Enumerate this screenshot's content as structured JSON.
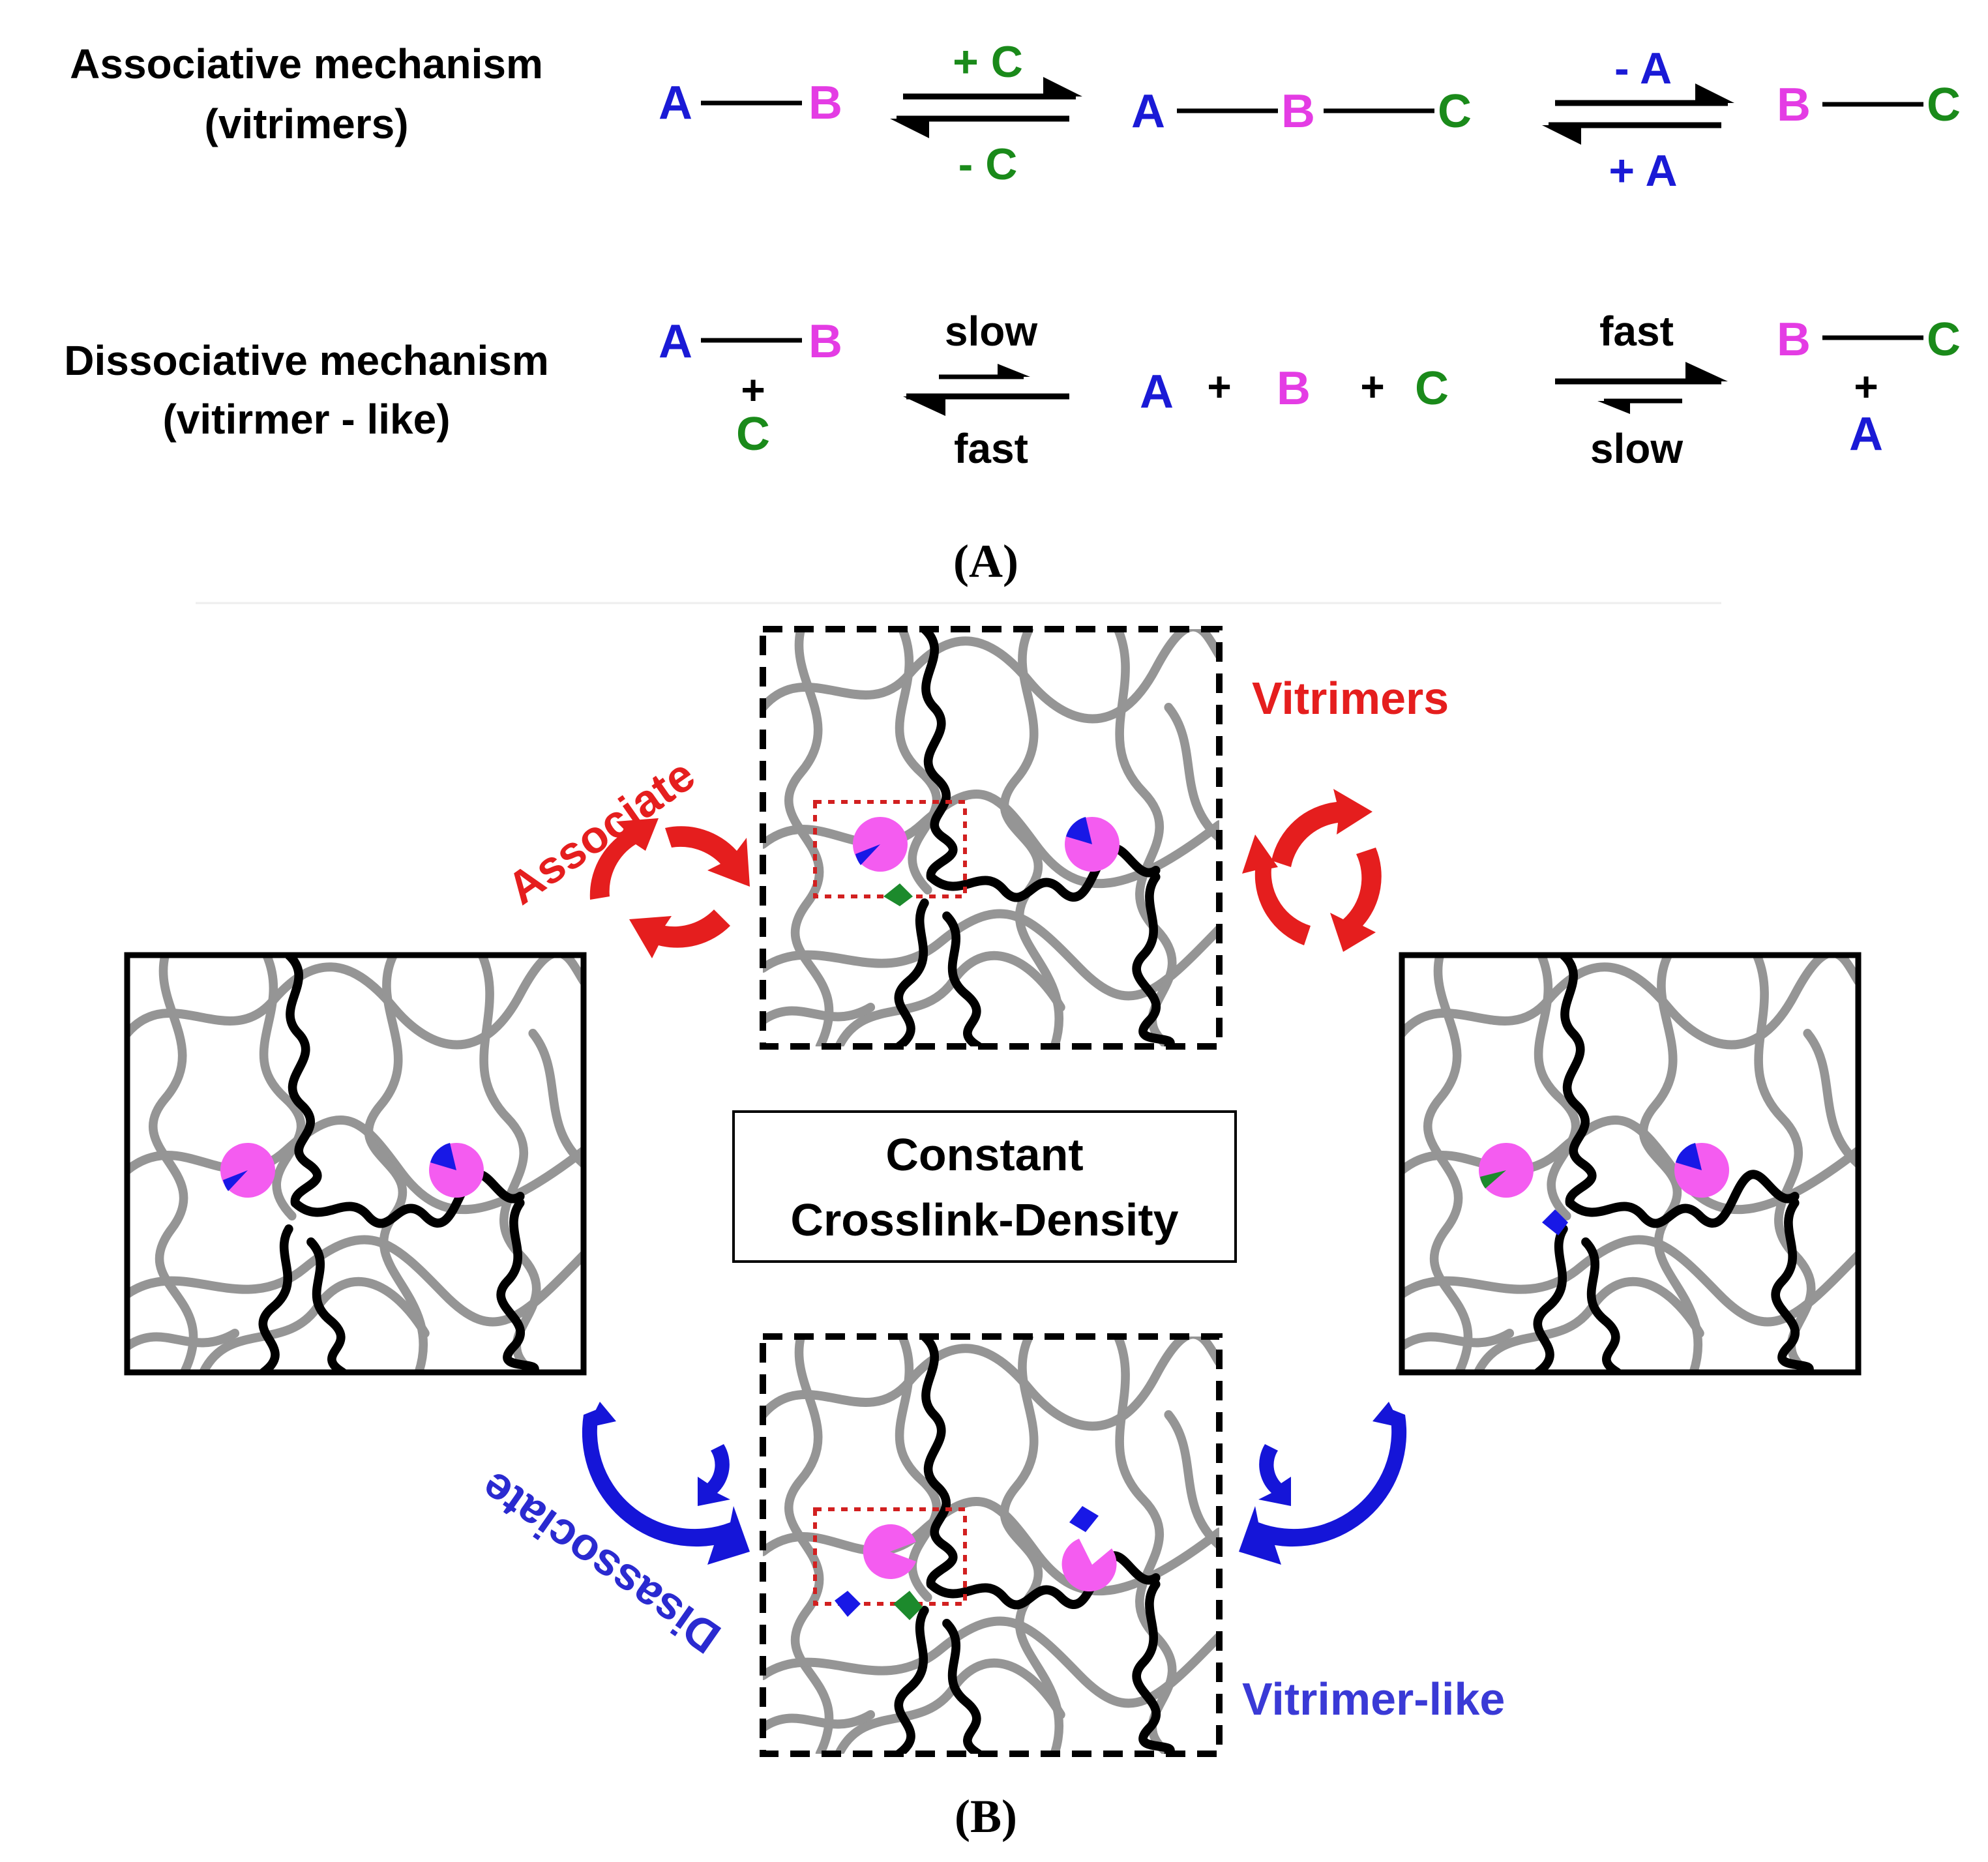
{
  "colors": {
    "A": "#1a1ad6",
    "B": "#e43ce4",
    "C": "#1a8a1a",
    "red": "#e51e1e",
    "blue": "#1515d8",
    "chain_black": "#000000",
    "chain_gray": "#8a8a8a",
    "bead_pink": "#f45cf0",
    "bead_blue": "#1818e6",
    "bead_green": "#1c8a2c",
    "highlight_box": "#d22020",
    "vitrimer_like": "#3a3ad6"
  },
  "panel_a": {
    "associative": {
      "title_line1": "Associative mechanism",
      "title_line2": "(vitrimers)",
      "A": "A",
      "B": "B",
      "C": "C",
      "arrow1_top": "+ C",
      "arrow1_bottom": "- C",
      "arrow2_top": "- A",
      "arrow2_bottom": "+ A"
    },
    "dissociative": {
      "title_line1": "Dissociative mechanism",
      "title_line2": "(vitirmer - like)",
      "A": "A",
      "B": "B",
      "C": "C",
      "plus": "+",
      "arrow1_top": "slow",
      "arrow1_bottom": "fast",
      "arrow2_top": "fast",
      "arrow2_bottom": "slow"
    },
    "caption": "(A)"
  },
  "panel_b": {
    "associate_label": "Associate",
    "dissociate_label": "Disassociate",
    "vitrimers_label": "Vitrimers",
    "vitrimer_like_label": "Vitrimer-like",
    "center_line1": "Constant",
    "center_line2": "Crosslink-Density",
    "caption": "(B)"
  },
  "icons": {
    "associate_cycle": "circular-arrows-icon",
    "dissociate_cycle": "split-arrows-icon"
  }
}
